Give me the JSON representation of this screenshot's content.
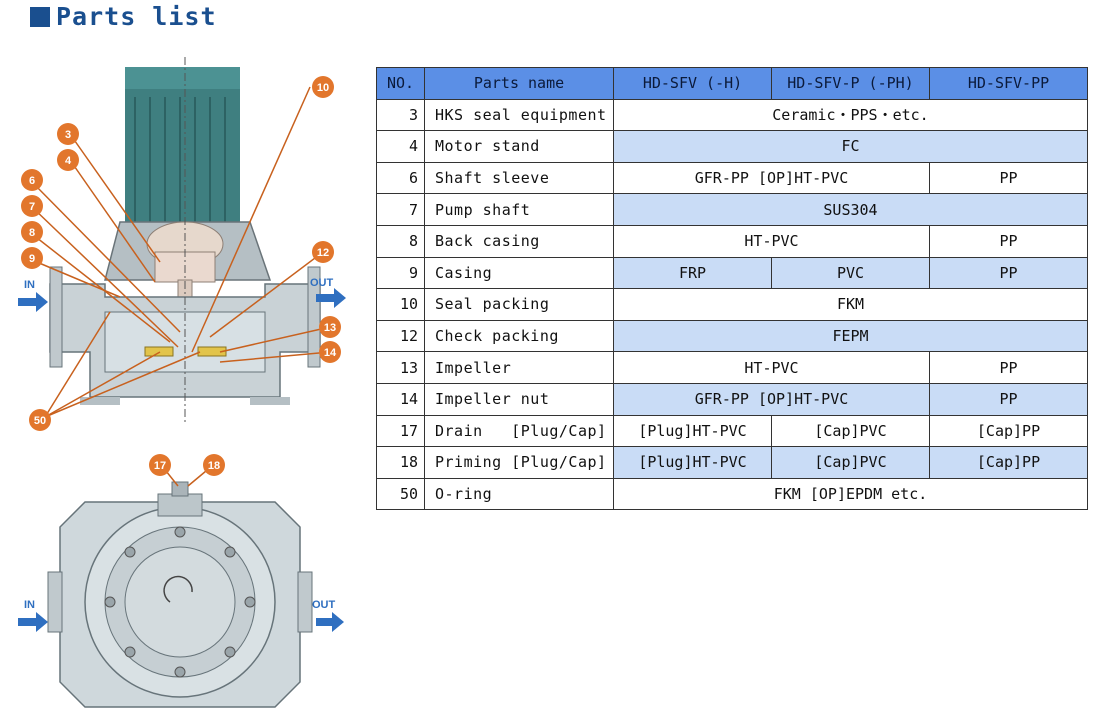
{
  "page_title": "Parts list",
  "table": {
    "headers": [
      "NO.",
      "Parts name",
      "HD-SFV (-H)",
      "HD-SFV-P (-PH)",
      "HD-SFV-PP"
    ],
    "rows": [
      {
        "no": "3",
        "name": "HKS seal equipment",
        "cells": [
          {
            "text": "Ceramic・PPS・etc.",
            "span": 3
          }
        ],
        "shade": false
      },
      {
        "no": "4",
        "name": "Motor stand",
        "cells": [
          {
            "text": "FC",
            "span": 3
          }
        ],
        "shade": true
      },
      {
        "no": "6",
        "name": "Shaft sleeve",
        "cells": [
          {
            "text": "GFR-PP [OP]HT-PVC",
            "span": 2
          },
          {
            "text": "PP",
            "span": 1
          }
        ],
        "shade": false
      },
      {
        "no": "7",
        "name": "Pump shaft",
        "cells": [
          {
            "text": "SUS304",
            "span": 3
          }
        ],
        "shade": true
      },
      {
        "no": "8",
        "name": "Back casing",
        "cells": [
          {
            "text": "HT-PVC",
            "span": 2
          },
          {
            "text": "PP",
            "span": 1
          }
        ],
        "shade": false
      },
      {
        "no": "9",
        "name": "Casing",
        "cells": [
          {
            "text": "FRP",
            "span": 1
          },
          {
            "text": "PVC",
            "span": 1
          },
          {
            "text": "PP",
            "span": 1
          }
        ],
        "shade": true
      },
      {
        "no": "10",
        "name": "Seal packing",
        "cells": [
          {
            "text": "FKM",
            "span": 3
          }
        ],
        "shade": false
      },
      {
        "no": "12",
        "name": "Check packing",
        "cells": [
          {
            "text": "FEPM",
            "span": 3
          }
        ],
        "shade": true
      },
      {
        "no": "13",
        "name": "Impeller",
        "cells": [
          {
            "text": "HT-PVC",
            "span": 2
          },
          {
            "text": "PP",
            "span": 1
          }
        ],
        "shade": false
      },
      {
        "no": "14",
        "name": "Impeller nut",
        "cells": [
          {
            "text": "GFR-PP [OP]HT-PVC",
            "span": 2
          },
          {
            "text": "PP",
            "span": 1
          }
        ],
        "shade": true
      },
      {
        "no": "17",
        "name": "Drain   [Plug/Cap]",
        "cells": [
          {
            "text": "[Plug]HT-PVC",
            "span": 1
          },
          {
            "text": "[Cap]PVC",
            "span": 1
          },
          {
            "text": "[Cap]PP",
            "span": 1
          }
        ],
        "shade": false
      },
      {
        "no": "18",
        "name": "Priming [Plug/Cap]",
        "cells": [
          {
            "text": "[Plug]HT-PVC",
            "span": 1
          },
          {
            "text": "[Cap]PVC",
            "span": 1
          },
          {
            "text": "[Cap]PP",
            "span": 1
          }
        ],
        "shade": true
      },
      {
        "no": "50",
        "name": "O-ring",
        "cells": [
          {
            "text": "FKM [OP]EPDM etc.",
            "span": 3
          }
        ],
        "shade": false
      }
    ]
  },
  "diagram": {
    "in_label": "IN",
    "out_label": "OUT",
    "callouts_top": [
      "10",
      "3",
      "4",
      "6",
      "7",
      "8",
      "9",
      "12",
      "13",
      "14",
      "50"
    ],
    "callouts_bottom": [
      "17",
      "18"
    ],
    "colors": {
      "motor": "#3f7f80",
      "casing": "#c9d2d6",
      "callout": "#e2762c",
      "arrow": "#2f6fc0",
      "header": "#5b8fe6",
      "shade": "#c9dcf6"
    }
  }
}
